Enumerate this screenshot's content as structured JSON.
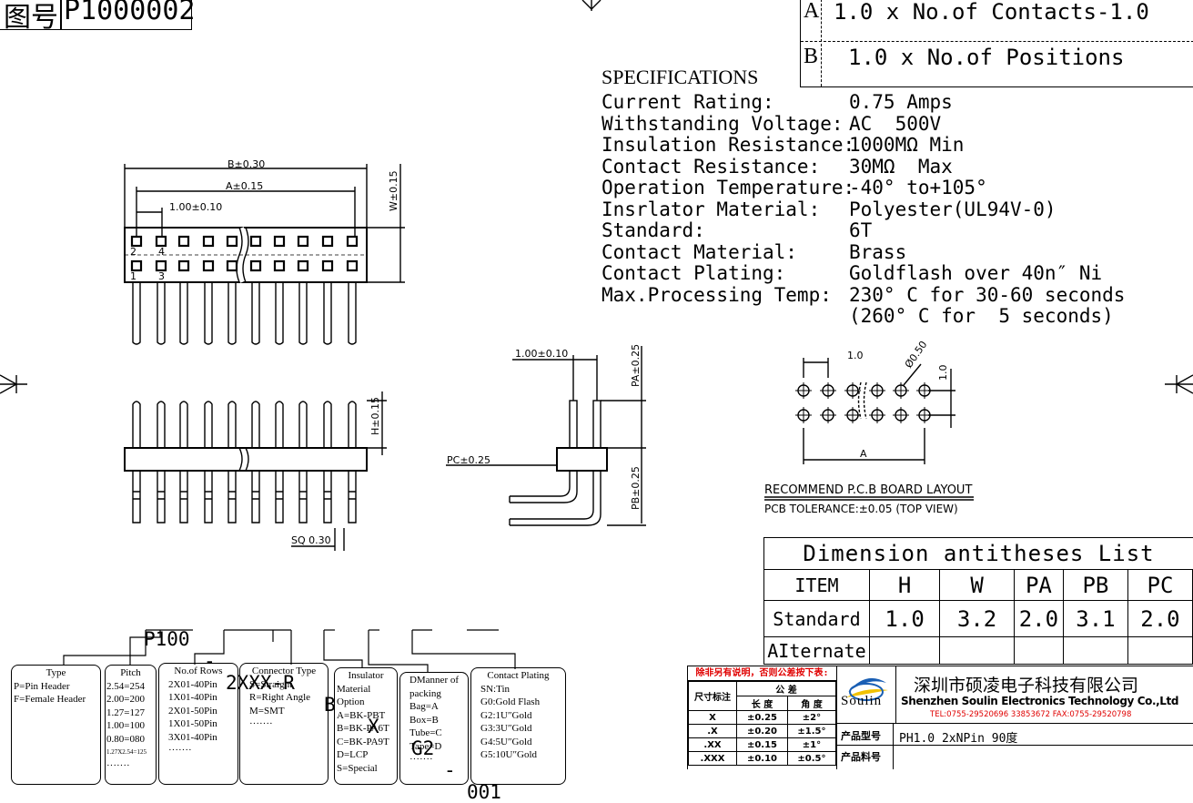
{
  "drawing_no": {
    "label": "图号",
    "value": "P1000002"
  },
  "formula": {
    "a_label": "A",
    "a_value": "1.0 x No.of Contacts-1.0",
    "b_label": "B",
    "b_value": "1.0 x No.of Positions"
  },
  "specs": {
    "title": "SPECIFICATIONS",
    "rows": [
      {
        "label": "Current Rating:",
        "value": "0.75 Amps"
      },
      {
        "label": "Withstanding Voltage:",
        "value": "AC  500V"
      },
      {
        "label": "Insulation Resistance:",
        "value": "1000MΩ Min"
      },
      {
        "label": "Contact Resistance:",
        "value": "30MΩ  Max"
      },
      {
        "label": "Operation Temperature:",
        "value": "-40° to+105°"
      },
      {
        "label": "Insrlator Material:",
        "value": "Polyester(UL94V-0)"
      },
      {
        "label": "Standard:",
        "value": "6T"
      },
      {
        "label": "Contact Material:",
        "value": "Brass"
      },
      {
        "label": "Contact Plating:",
        "value": "Goldflash over 40n″ Ni"
      },
      {
        "label": "Max.Processing Temp:",
        "value": "230° C for 30-60 seconds"
      },
      {
        "label": "",
        "value": "(260° C for  5 seconds)"
      }
    ]
  },
  "top_view": {
    "dim_b": "B±0.30",
    "dim_a": "A±0.15",
    "dim_pitch": "1.00±0.10",
    "dim_w": "W±0.15",
    "pin_2": "2",
    "pin_4": "4",
    "pin_1": "1",
    "pin_3": "3"
  },
  "front_view": {
    "dim_h": "H±0.15",
    "dim_sq": "SQ 0.30"
  },
  "side_view": {
    "dim_pitch": "1.00±0.10",
    "dim_pa": "PA±0.25",
    "dim_pc": "PC±0.25",
    "dim_pb": "PB±0.25"
  },
  "pcb": {
    "dim_pitch": "1.0",
    "dim_hole": "Ø0.50",
    "dim_row": "1.0",
    "dim_a": "A",
    "title": "RECOMMEND P.C.B BOARD LAYOUT",
    "tolerance": "PCB TOLERANCE:±0.05 (TOP VIEW)"
  },
  "dimension_table": {
    "title": "Dimension antitheses List",
    "headers": [
      "ITEM",
      "H",
      "W",
      "PA",
      "PB",
      "PC"
    ],
    "rows": [
      [
        "Standard",
        "1.0",
        "3.2",
        "2.0",
        "3.1",
        "2.0"
      ],
      [
        "AIternate",
        "",
        "",
        "",
        "",
        ""
      ]
    ]
  },
  "part_code": {
    "segments": [
      "P100",
      "-",
      "2XXX-R",
      "B",
      "X",
      "G2",
      "-",
      "001"
    ]
  },
  "option_boxes": [
    {
      "title": "Type",
      "lines": [
        "P=Pin Header",
        "F=Female Header"
      ]
    },
    {
      "title": "Pitch",
      "lines": [
        "2.54=254",
        "2.00=200",
        "1.27=127",
        "1.00=100",
        "0.80=080",
        "1.27X2.54=125",
        "·······"
      ]
    },
    {
      "title": "No.of Rows",
      "lines": [
        "2X01-40Pin",
        "1X01-40Pin",
        "2X01-50Pin",
        "1X01-50Pin",
        "3X01-40Pin",
        "·······"
      ]
    },
    {
      "title": "Connector Type",
      "lines": [
        "S=Straight",
        "R=Right Angle",
        "M=SMT",
        "·······"
      ]
    },
    {
      "title": "Insulator",
      "lines": [
        "Material",
        "Option",
        "A=BK-PBT",
        "B=BK-PA6T",
        "C=BK-PA9T",
        "D=LCP",
        "S=Special"
      ]
    },
    {
      "title": "DManner of",
      "lines": [
        "packing",
        "Bag=A",
        "Box=B",
        "Tube=C",
        "Tape=D",
        "·······"
      ]
    },
    {
      "title": "Contact Plating",
      "lines": [
        "SN:Tin",
        "G0:Gold Flash",
        "G2:1U″Gold",
        "G3:3U″Gold",
        "G4:5U″Gold",
        "G5:10U″Gold"
      ]
    }
  ],
  "title_block": {
    "note": "除非另有说明，否则公差按下表:",
    "dim_label": "尺寸标注",
    "tolerance_label": "公 差",
    "length_label": "长 度",
    "angle_label": "角 度",
    "rows": [
      [
        "X",
        "±0.25",
        "±2°"
      ],
      [
        ".X",
        "±0.20",
        "±1.5°"
      ],
      [
        ".XX",
        "±0.15",
        "±1°"
      ],
      [
        ".XXX",
        "±0.10",
        "±0.5°"
      ]
    ],
    "logo_text": "Soulin",
    "company_cn": "深圳市硕凌电子科技有限公司",
    "company_en": "Shenzhen Soulin Electronics Technology Co.,Ltd",
    "contact": "TEL:0755-29520696 33853672  FAX:0755-29520798",
    "product_name_label": "产品型号",
    "product_name": "PH1.0 2xNPin  90度",
    "product_no_label": "产品料号"
  },
  "colors": {
    "red": "#e00000",
    "logo_blue": "#1a5fb4",
    "logo_yellow": "#f2c200"
  }
}
